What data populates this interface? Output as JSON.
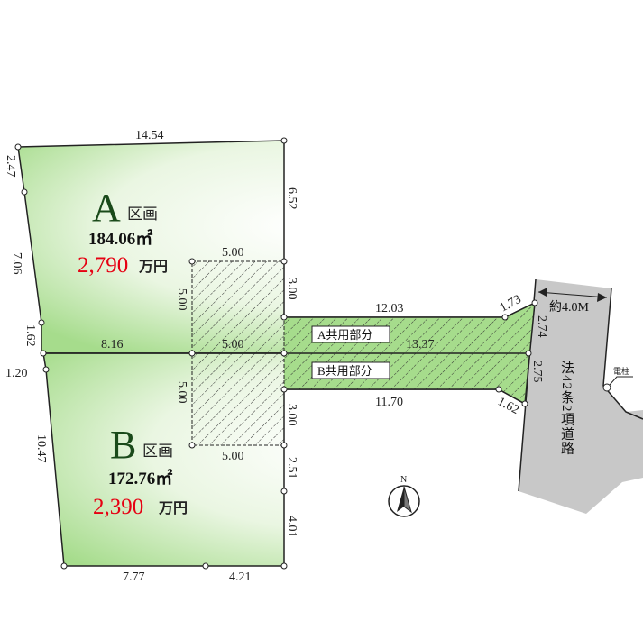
{
  "colors": {
    "lot_fill": "#a6dc8c",
    "price": "#e60012",
    "road": "#c8c8c8",
    "line": "#222222"
  },
  "lots": [
    {
      "letter": "A",
      "suffix": "区画",
      "area": "184.06㎡",
      "price_num": "2,790",
      "price_unit": "万円"
    },
    {
      "letter": "B",
      "suffix": "区画",
      "area": "172.76㎡",
      "price_num": "2,390",
      "price_unit": "万円"
    }
  ],
  "shared": [
    "A共用部分",
    "B共用部分"
  ],
  "dimensions": {
    "top": "14.54",
    "a_left_top": "2.47",
    "a_left": "7.06",
    "left_mid": "1.62",
    "left_mid2": "1.20",
    "b_left": "10.47",
    "a_right": "6.52",
    "sq_a_top": "5.00",
    "sq_a_left": "5.00",
    "a_step": "3.00",
    "a_strip": "12.03",
    "a_end": "1.73",
    "divide_left": "8.16",
    "divide_mid": "5.00",
    "divide_right": "13.37",
    "road_a": "2.74",
    "road_b": "2.75",
    "sq_b_left": "5.00",
    "b_step": "3.00",
    "b_strip": "11.70",
    "b_end": "1.62",
    "sq_b_bottom": "5.00",
    "b_right1": "2.51",
    "b_right2": "4.01",
    "bottom_left": "7.77",
    "bottom_right": "4.21"
  },
  "road": {
    "width": "約4.0M",
    "label": "法42条2項道路",
    "pole": "電柱"
  },
  "north": "N"
}
